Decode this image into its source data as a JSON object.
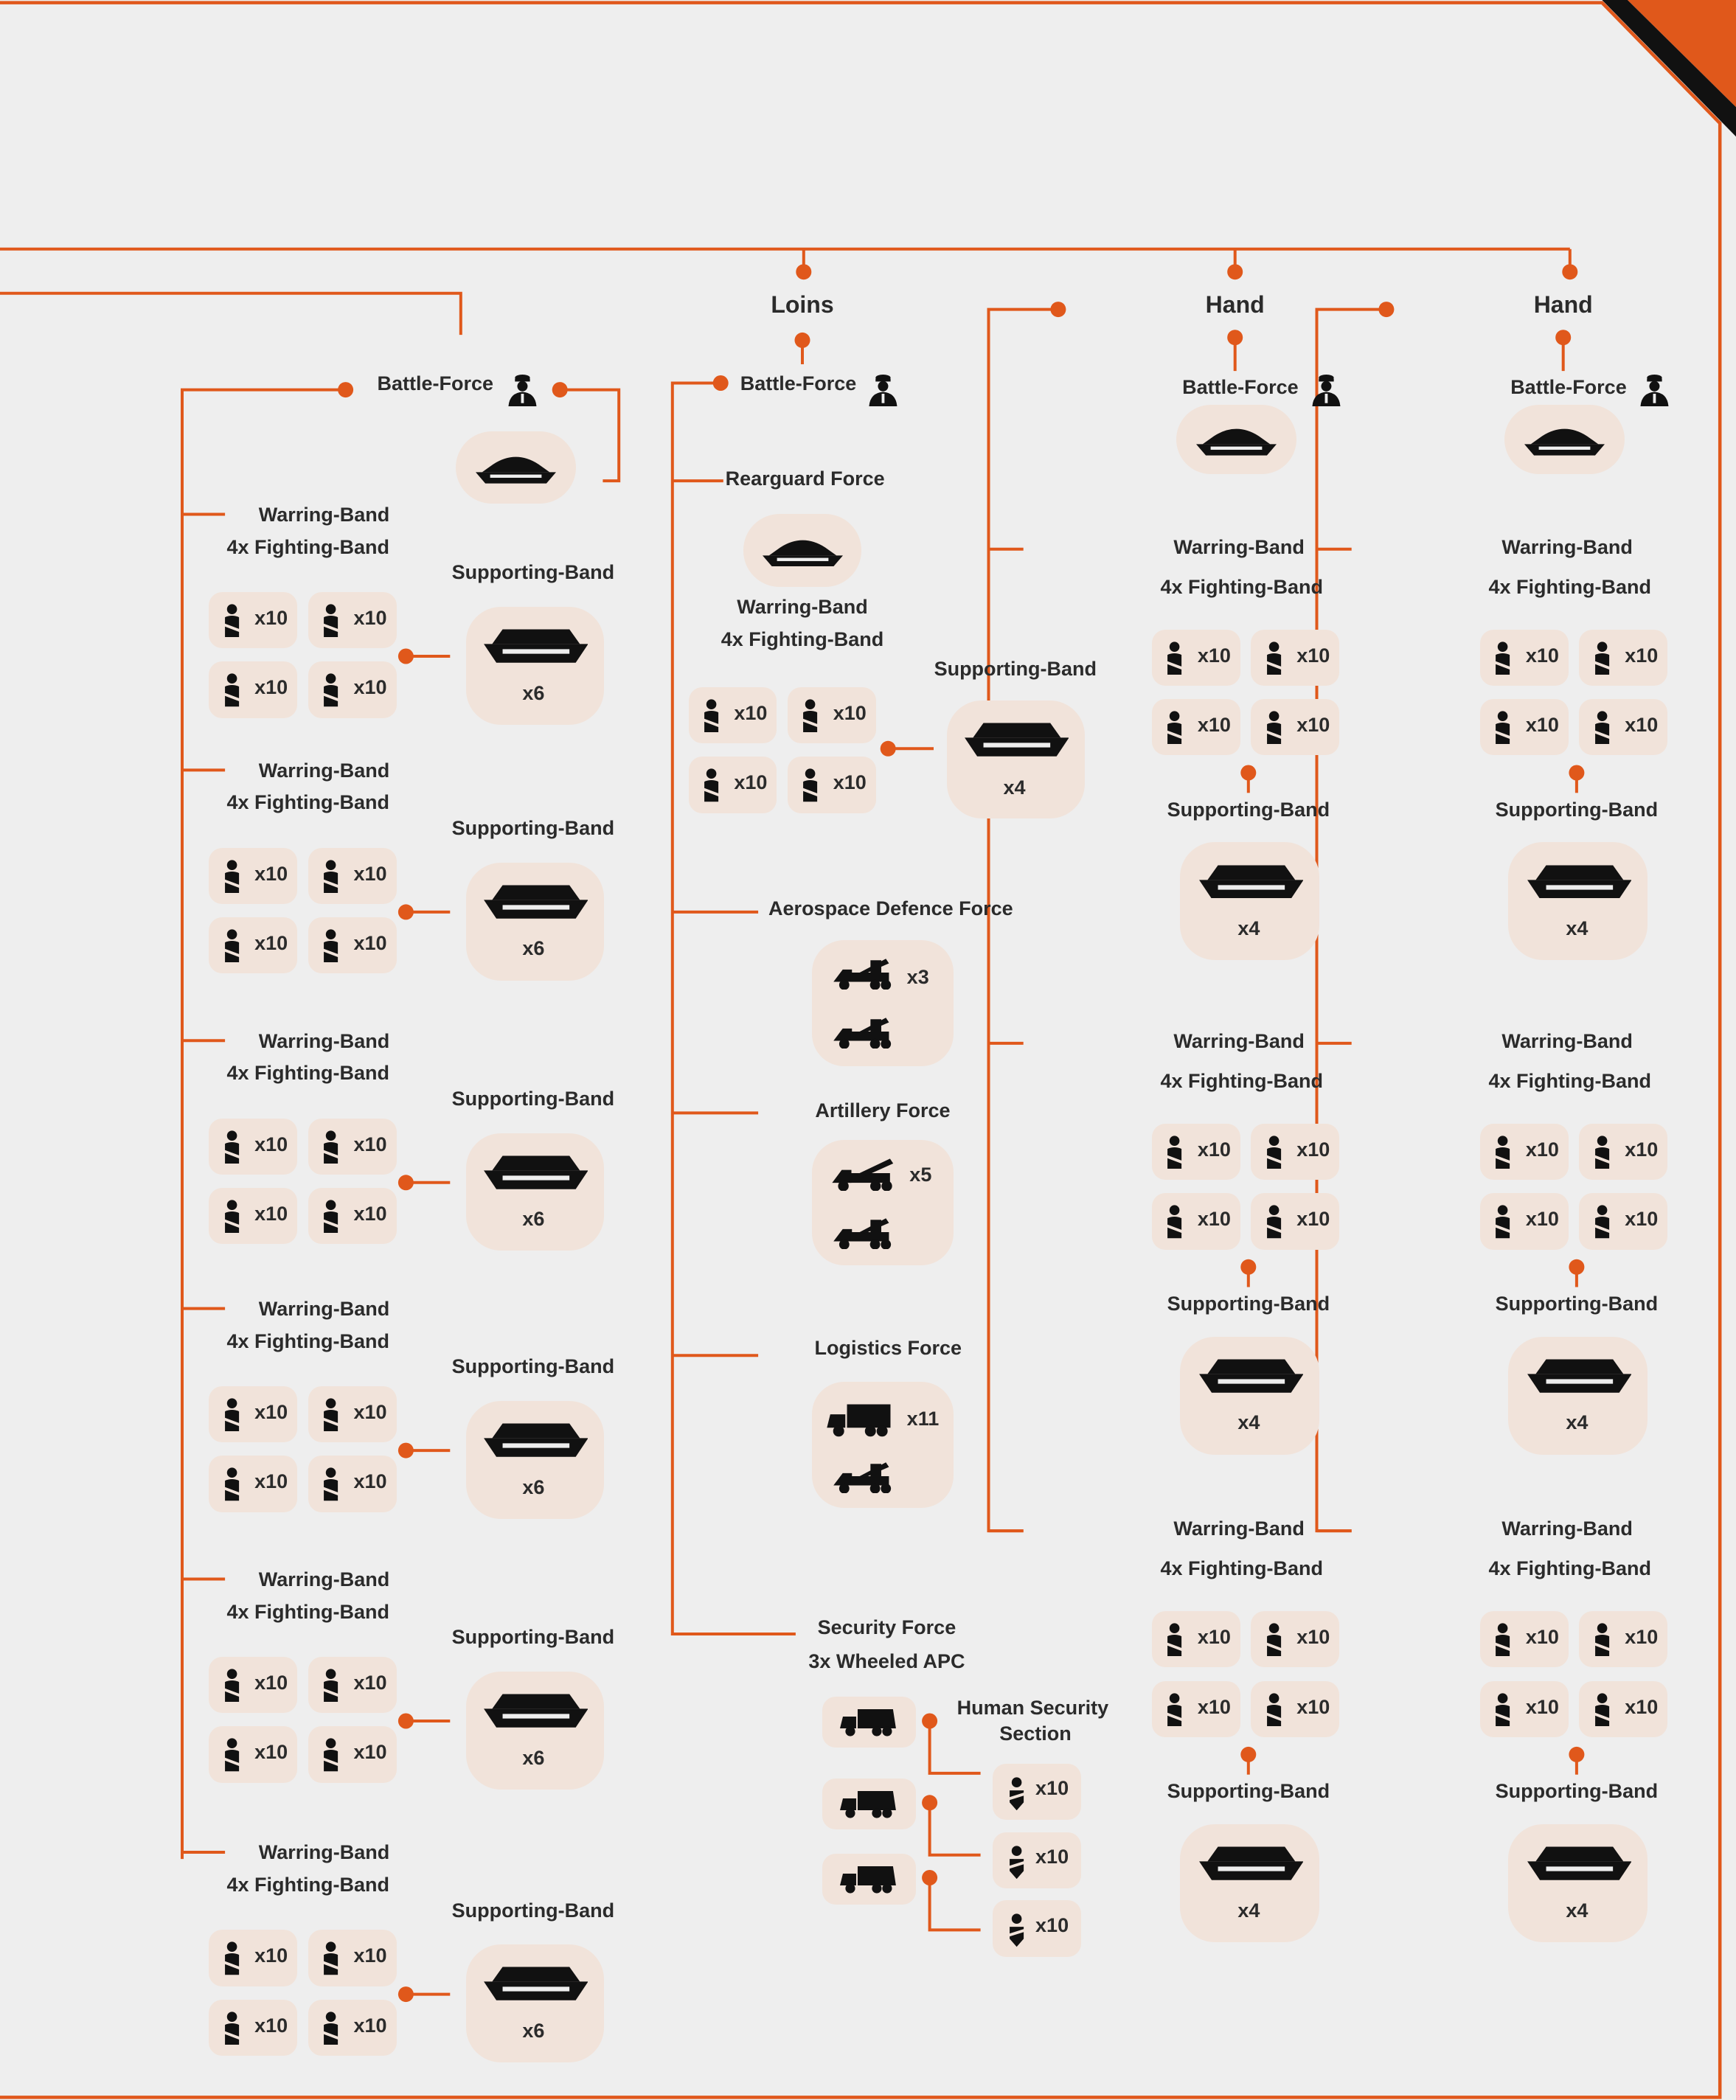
{
  "theme": {
    "accent": "#e0581b",
    "background": "#eeeeee",
    "box": "#f1e3da",
    "text": "#2b2b2b",
    "corner": "#111111"
  },
  "icons": {
    "commander": "commander-icon",
    "hover_vehicle": "hover-vehicle-icon",
    "hover_transport": "hover-transport-icon",
    "infantry": "infantry-icon",
    "aa_vehicle": "anti-aircraft-vehicle-icon",
    "artillery_vehicle": "artillery-vehicle-icon",
    "truck": "truck-icon",
    "wheeled_apc": "wheeled-apc-icon",
    "security_trooper": "security-trooper-icon"
  },
  "columns": {
    "left": {
      "battle_force": "Battle-Force",
      "warring_bands": [
        {
          "title": "Warring-Band",
          "subtitle": "4x Fighting-Band",
          "counts": [
            "x10",
            "x10",
            "x10",
            "x10"
          ],
          "supporting_label": "Supporting-Band",
          "supporting_count": "x6"
        },
        {
          "title": "Warring-Band",
          "subtitle": "4x Fighting-Band",
          "counts": [
            "x10",
            "x10",
            "x10",
            "x10"
          ],
          "supporting_label": "Supporting-Band",
          "supporting_count": "x6"
        },
        {
          "title": "Warring-Band",
          "subtitle": "4x Fighting-Band",
          "counts": [
            "x10",
            "x10",
            "x10",
            "x10"
          ],
          "supporting_label": "Supporting-Band",
          "supporting_count": "x6"
        },
        {
          "title": "Warring-Band",
          "subtitle": "4x Fighting-Band",
          "counts": [
            "x10",
            "x10",
            "x10",
            "x10"
          ],
          "supporting_label": "Supporting-Band",
          "supporting_count": "x6"
        },
        {
          "title": "Warring-Band",
          "subtitle": "4x Fighting-Band",
          "counts": [
            "x10",
            "x10",
            "x10",
            "x10"
          ],
          "supporting_label": "Supporting-Band",
          "supporting_count": "x6"
        },
        {
          "title": "Warring-Band",
          "subtitle": "4x Fighting-Band",
          "counts": [
            "x10",
            "x10",
            "x10",
            "x10"
          ],
          "supporting_label": "Supporting-Band",
          "supporting_count": "x6"
        }
      ]
    },
    "loins": {
      "title": "Loins",
      "battle_force": "Battle-Force",
      "rearguard": {
        "title": "Rearguard Force",
        "warring_title": "Warring-Band",
        "warring_subtitle": "4x Fighting-Band",
        "counts": [
          "x10",
          "x10",
          "x10",
          "x10"
        ],
        "supporting_label": "Supporting-Band",
        "supporting_count": "x4"
      },
      "aerospace": {
        "title": "Aerospace Defence Force",
        "count": "x3"
      },
      "artillery": {
        "title": "Artillery Force",
        "count": "x5"
      },
      "logistics": {
        "title": "Logistics Force",
        "count": "x11"
      },
      "security": {
        "title": "Security Force",
        "subtitle": "3x Wheeled APC",
        "human_title": "Human Security",
        "human_subtitle": "Section",
        "counts": [
          "x10",
          "x10",
          "x10"
        ]
      }
    },
    "hands": [
      {
        "title": "Hand",
        "battle_force": "Battle-Force",
        "warring_bands": [
          {
            "title": "Warring-Band",
            "subtitle": "4x Fighting-Band",
            "counts": [
              "x10",
              "x10",
              "x10",
              "x10"
            ],
            "supporting_label": "Supporting-Band",
            "supporting_count": "x4"
          },
          {
            "title": "Warring-Band",
            "subtitle": "4x Fighting-Band",
            "counts": [
              "x10",
              "x10",
              "x10",
              "x10"
            ],
            "supporting_label": "Supporting-Band",
            "supporting_count": "x4"
          },
          {
            "title": "Warring-Band",
            "subtitle": "4x Fighting-Band",
            "counts": [
              "x10",
              "x10",
              "x10",
              "x10"
            ],
            "supporting_label": "Supporting-Band",
            "supporting_count": "x4"
          }
        ]
      },
      {
        "title": "Hand",
        "battle_force": "Battle-Force",
        "warring_bands": [
          {
            "title": "Warring-Band",
            "subtitle": "4x Fighting-Band",
            "counts": [
              "x10",
              "x10",
              "x10",
              "x10"
            ],
            "supporting_label": "Supporting-Band",
            "supporting_count": "x4"
          },
          {
            "title": "Warring-Band",
            "subtitle": "4x Fighting-Band",
            "counts": [
              "x10",
              "x10",
              "x10",
              "x10"
            ],
            "supporting_label": "Supporting-Band",
            "supporting_count": "x4"
          },
          {
            "title": "Warring-Band",
            "subtitle": "4x Fighting-Band",
            "counts": [
              "x10",
              "x10",
              "x10",
              "x10"
            ],
            "supporting_label": "Supporting-Band",
            "supporting_count": "x4"
          }
        ]
      }
    ]
  }
}
